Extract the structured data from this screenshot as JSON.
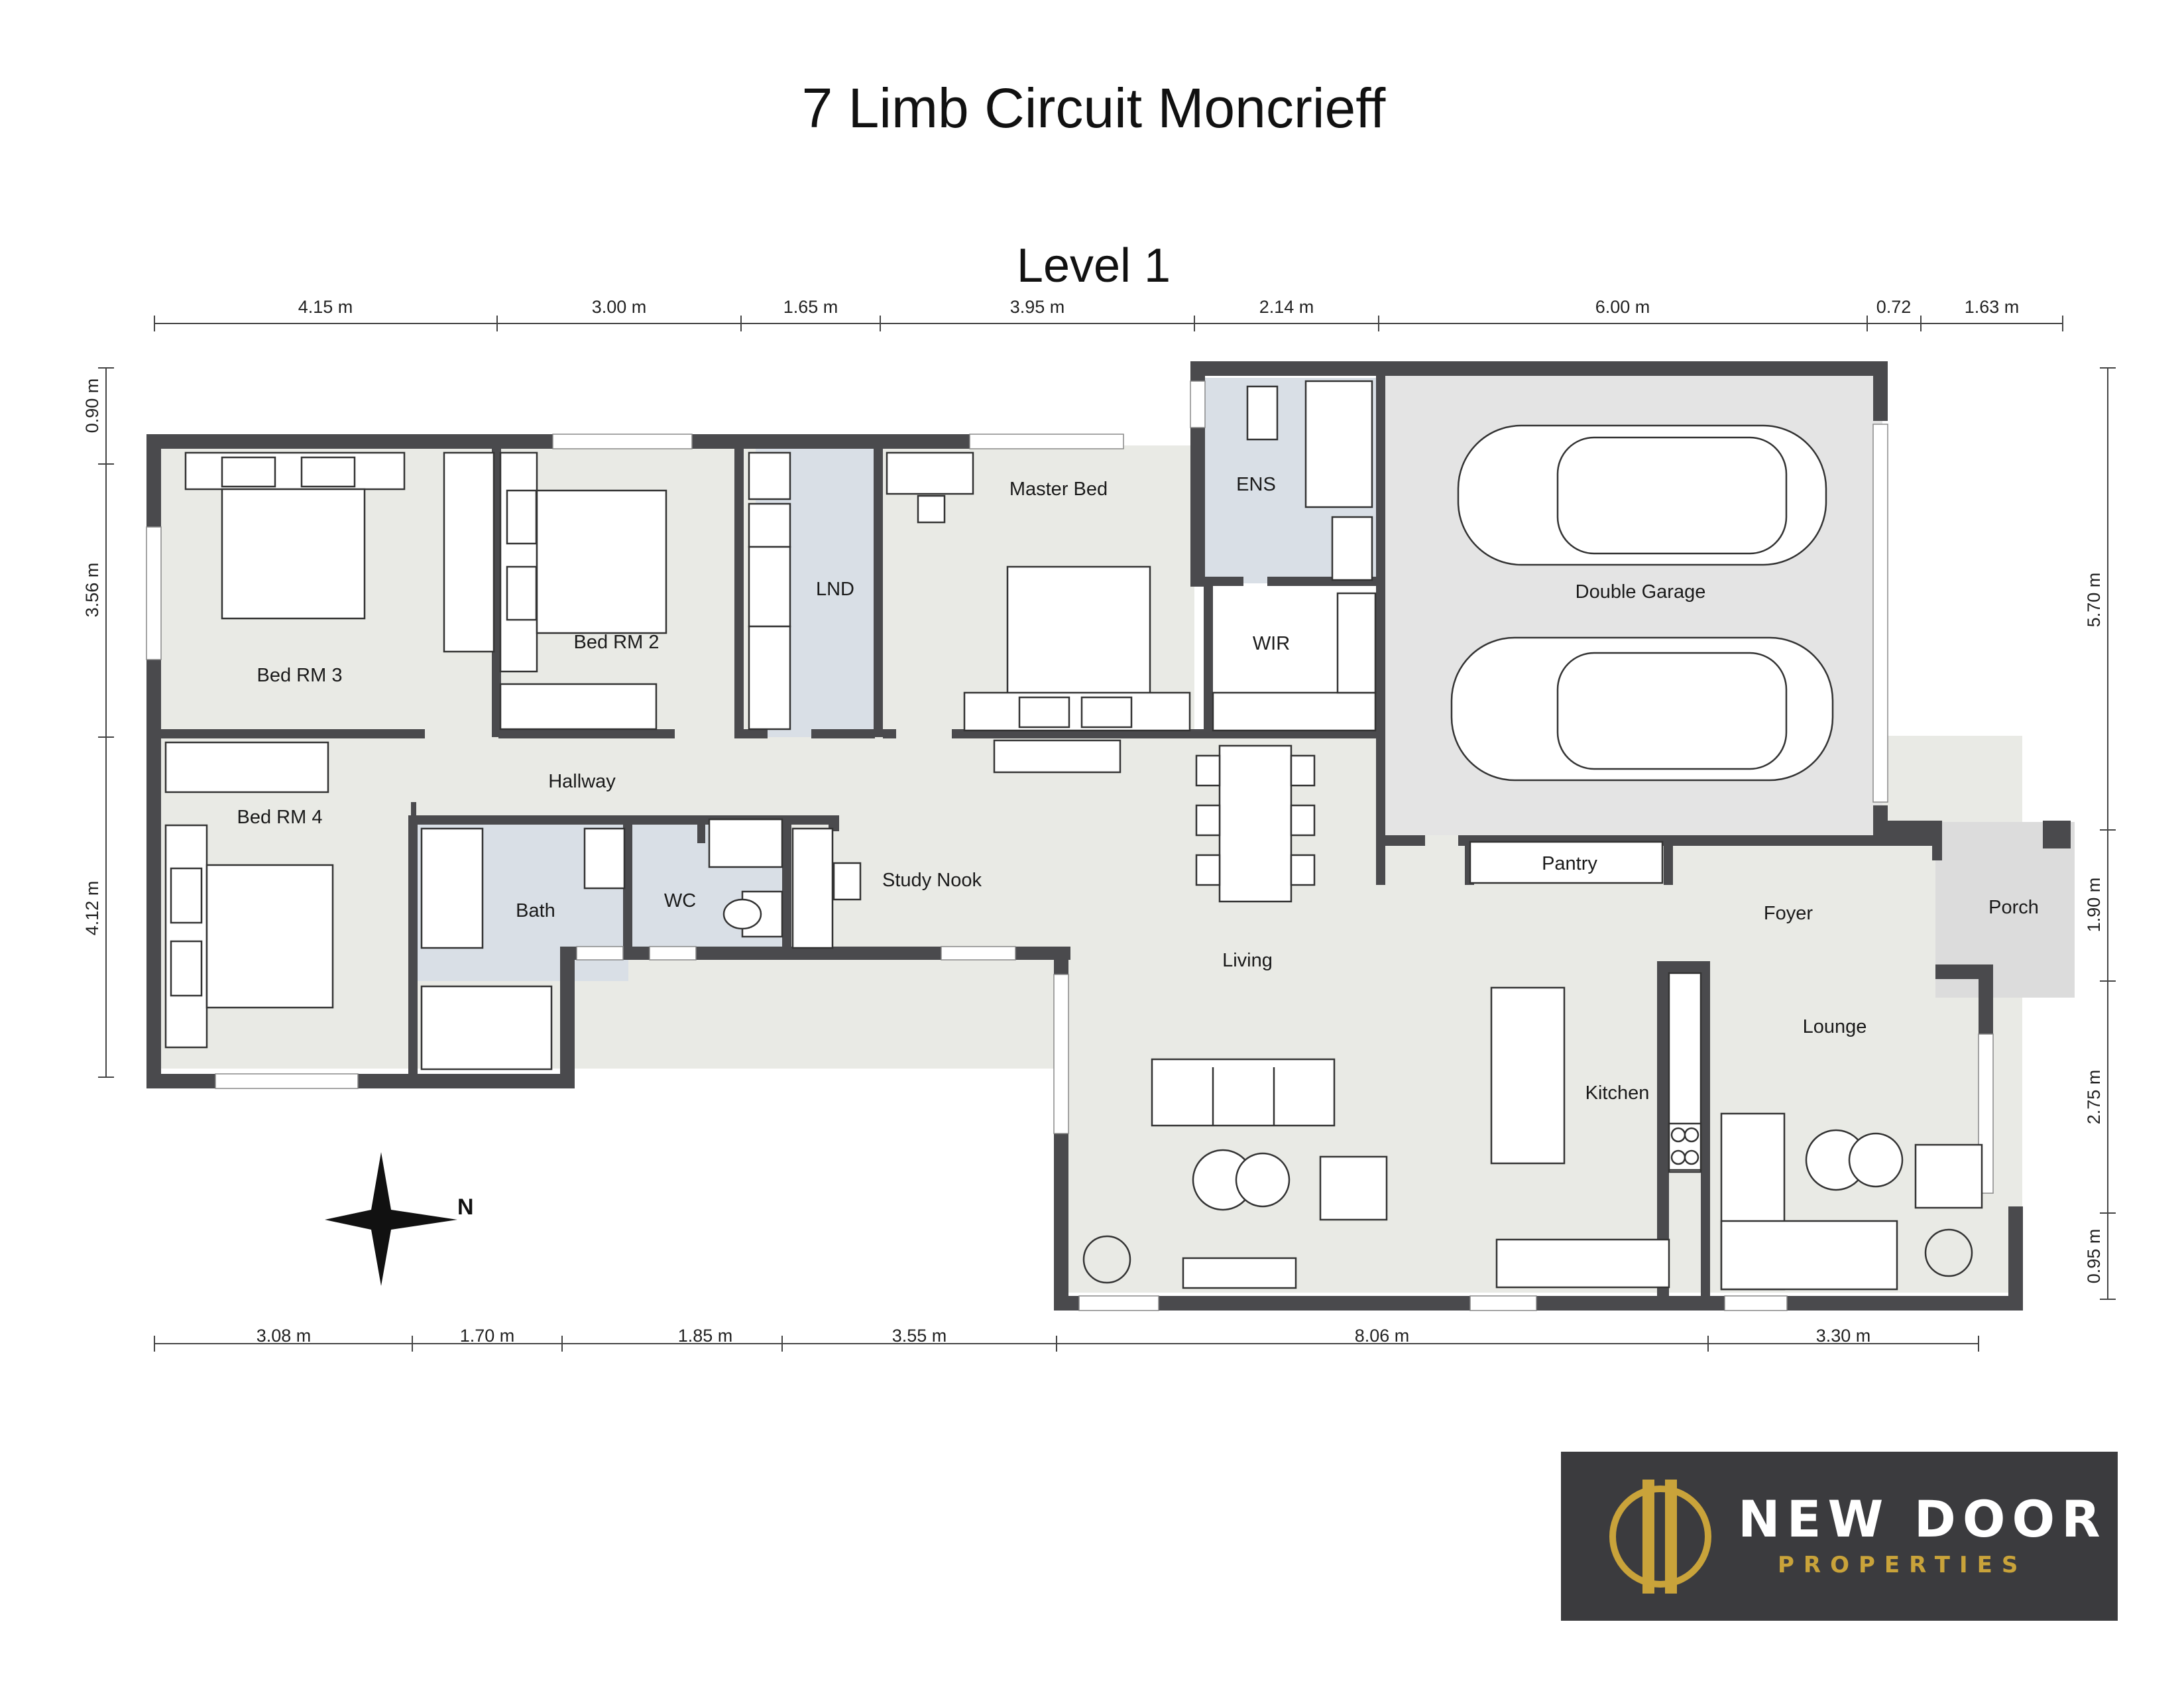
{
  "title": "7 Limb Circuit Moncrieff",
  "level": "Level 1",
  "dimensions": {
    "top": [
      "4.15 m",
      "3.00 m",
      "1.65 m",
      "3.95 m",
      "2.14 m",
      "6.00 m",
      "0.72",
      "1.63 m"
    ],
    "bottom": [
      "3.08 m",
      "1.70 m",
      "1.85 m",
      "3.55 m",
      "8.06 m",
      "3.30 m"
    ],
    "left": [
      "0.90 m",
      "3.56 m",
      "4.12 m"
    ],
    "right": [
      "5.70 m",
      "1.90 m",
      "2.75 m",
      "0.95 m"
    ]
  },
  "rooms": {
    "bed3": "Bed RM 3",
    "bed2": "Bed RM 2",
    "lnd": "LND",
    "master": "Master Bed",
    "ens": "ENS",
    "wir": "WIR",
    "garage": "Double Garage",
    "hallway": "Hallway",
    "bed4": "Bed RM 4",
    "bath": "Bath",
    "wc": "WC",
    "study": "Study Nook",
    "pantry": "Pantry",
    "foyer": "Foyer",
    "porch": "Porch",
    "living": "Living",
    "lounge": "Lounge",
    "kitchen": "Kitchen"
  },
  "compass": {
    "label": "N"
  },
  "logo": {
    "name": "NEW DOOR",
    "sub": "PROPERTIES",
    "gold": "#c9a33a",
    "background": "#3b3b3e"
  },
  "colors": {
    "wall": "#4a4a4d",
    "floor": "#e9eae5",
    "wet_area": "#d9dfe6",
    "garage": "#e4e4e4"
  }
}
